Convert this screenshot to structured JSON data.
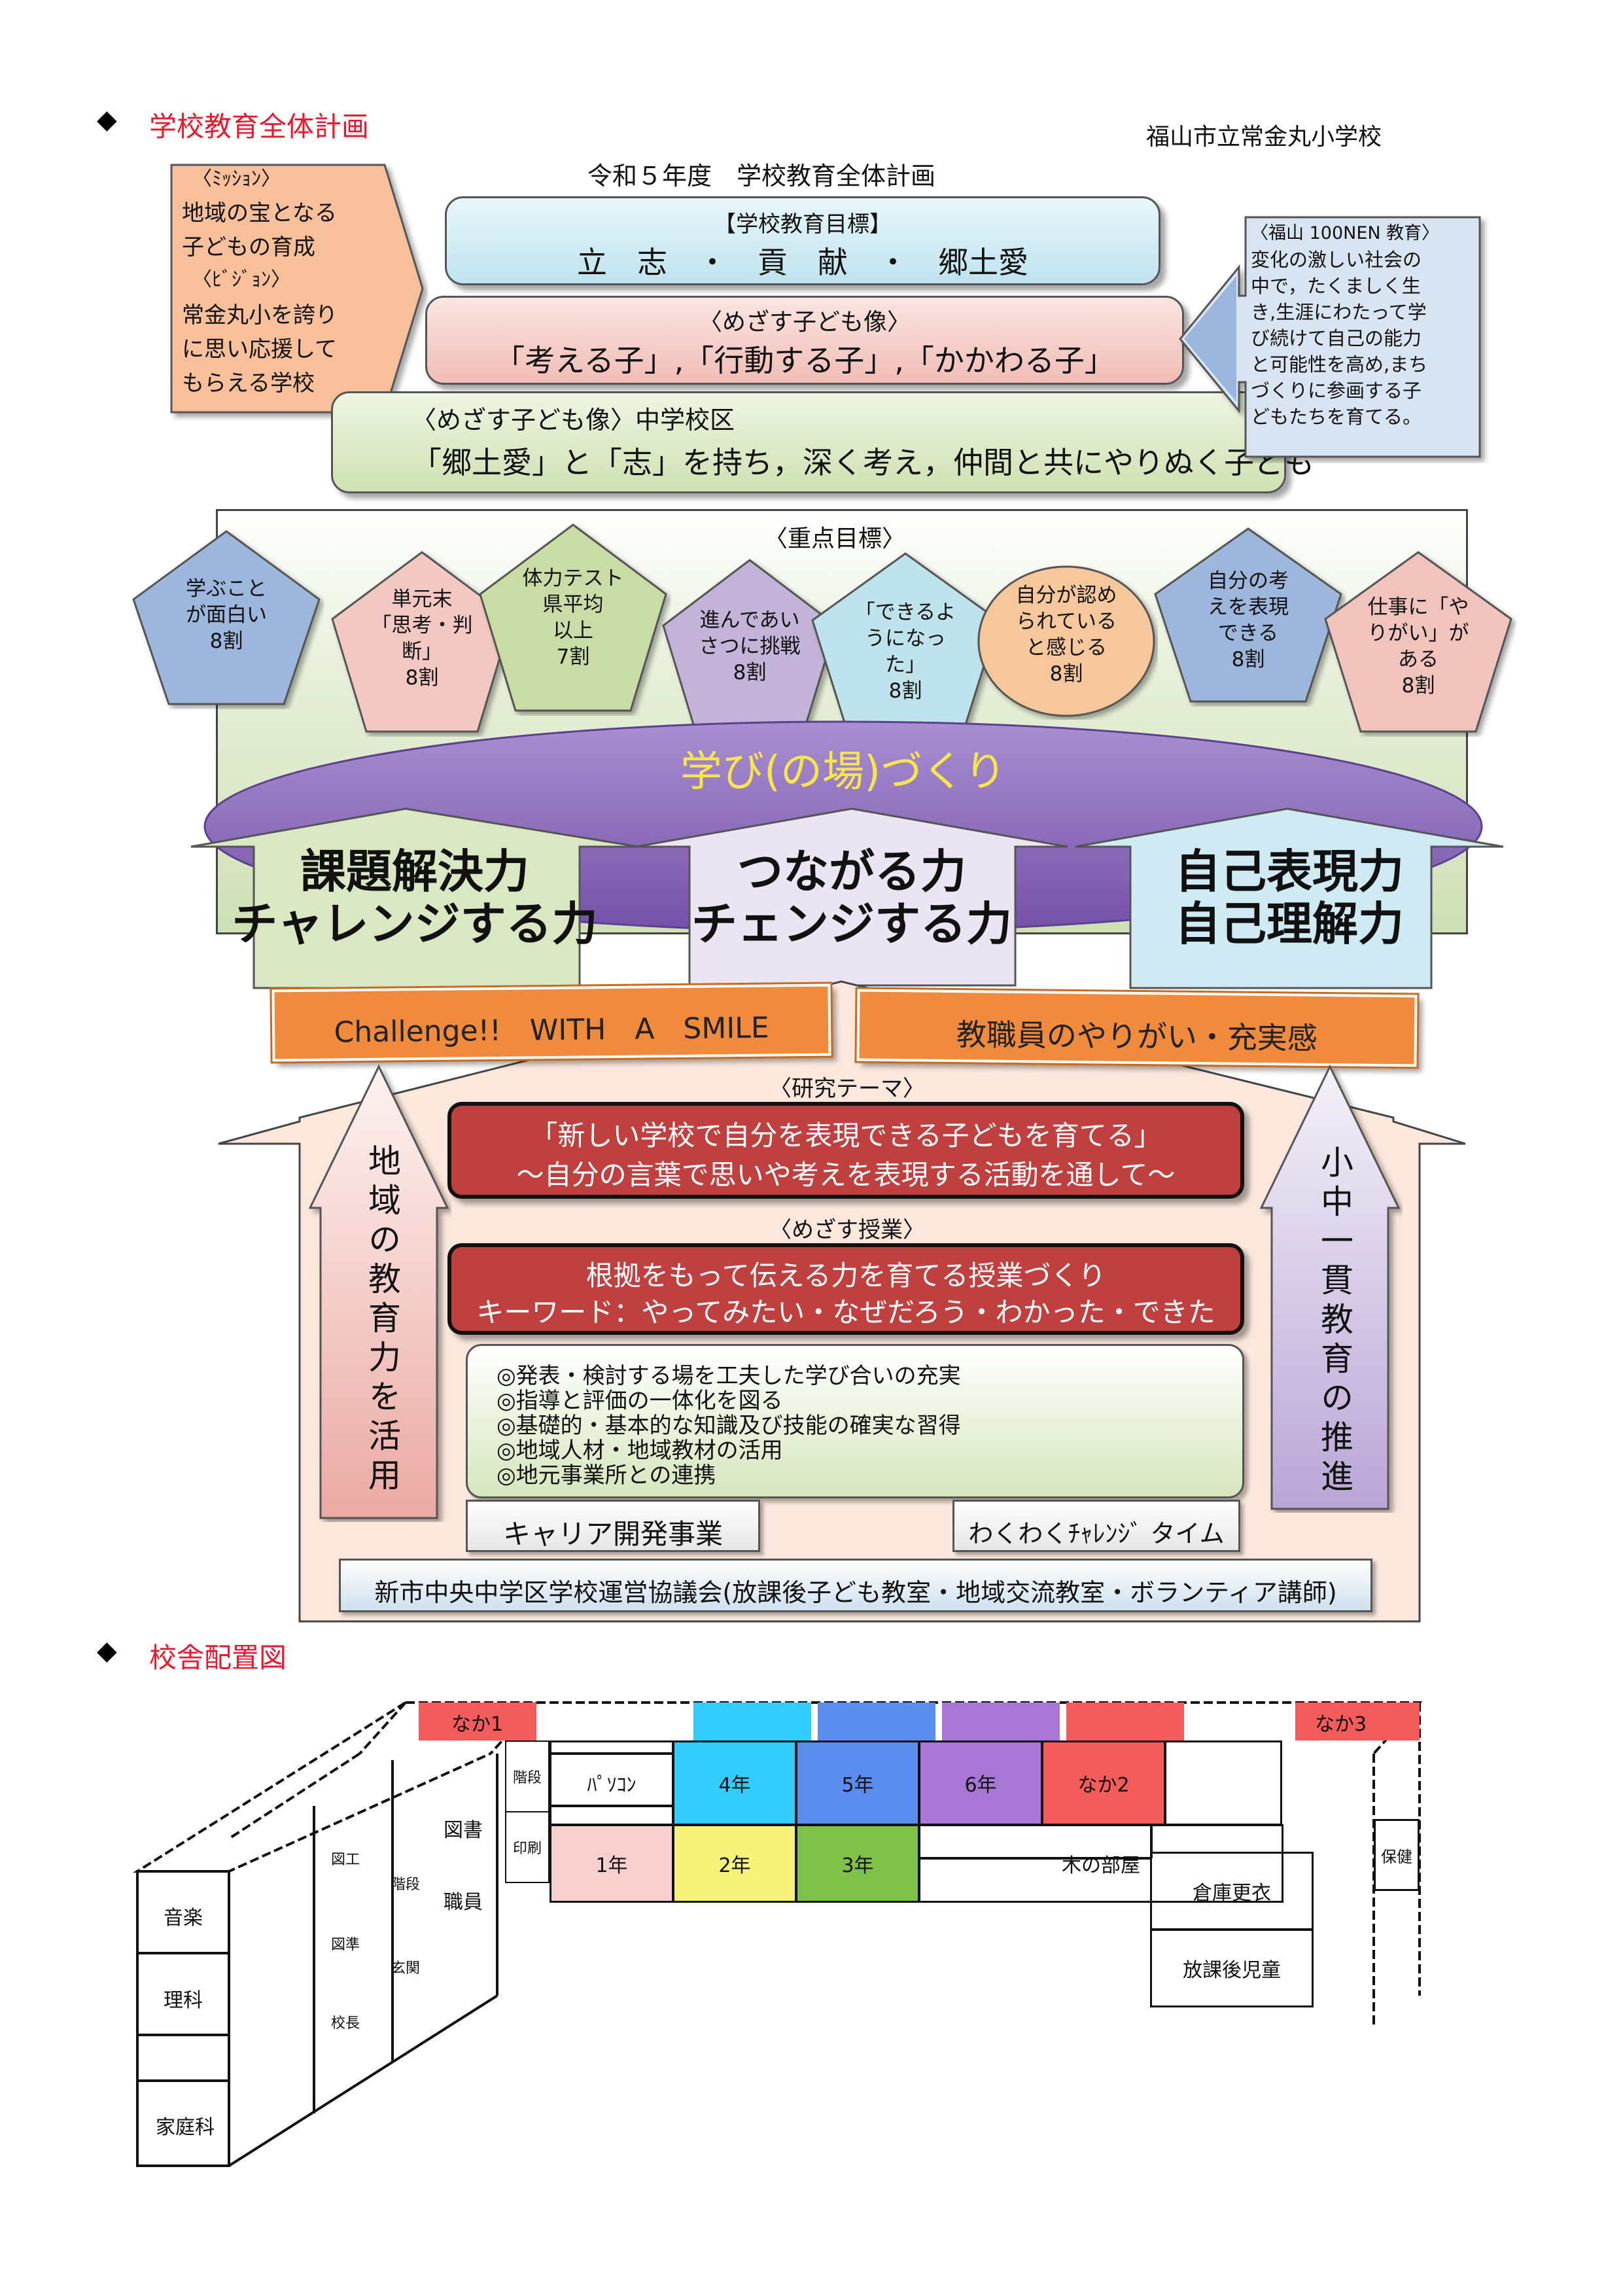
{
  "header": {
    "section1_title": "学校教育全体計画",
    "school_name": "福山市立常金丸小学校",
    "plan_title": "令和５年度　学校教育全体計画"
  },
  "mission_box": {
    "lines": [
      "〈ﾐｯｼｮﾝ〉",
      "地域の宝となる",
      "子どもの育成",
      "〈ﾋﾞｼﾞｮﾝ〉",
      "常金丸小を誇り",
      "に思い応援して",
      "もらえる学校"
    ]
  },
  "education_goal": {
    "label": "【学校教育目標】",
    "text": "立　志　・　貢　献　・　郷土愛"
  },
  "child_image": {
    "label": "〈めざす子ども像〉",
    "text": "「考える子」,「行動する子」,「かかわる子」"
  },
  "junior_high_image": {
    "label": "〈めざす子ども像〉中学校区",
    "text": "「郷土愛」と「志」を持ち，深く考え，仲間と共にやりぬく子ども"
  },
  "fukuyama_box": {
    "lines": [
      "〈福山 100NEN 教育〉",
      "変化の激しい社会の",
      "中で，たくましく生",
      "き,生涯にわたって学",
      "び続けて自己の能力",
      "と可能性を高め,まち",
      "づくりに参画する子",
      "どもたちを育てる。"
    ]
  },
  "priority_goals": {
    "label": "〈重点目標〉",
    "items": [
      {
        "text": "学ぶこと\nが面白い\n8割",
        "color": "#9db6dc"
      },
      {
        "text": "単元末\n「思考・判\n断」\n8割",
        "color": "#f4c8c2"
      },
      {
        "text": "体力テスト\n県平均\n以上\n7割",
        "color": "#c9dca6"
      },
      {
        "text": "進んであい\nさつに挑戦\n8割",
        "color": "#c3b3d9"
      },
      {
        "text": "「できるよ\nうになっ\nた」\n8割",
        "color": "#bfe3ec"
      },
      {
        "text": "自分が認め\nられている\nと感じる\n8割",
        "color": "#f6c79a"
      },
      {
        "text": "自分の考\nえを表現\nできる\n8割",
        "color": "#9db6dc"
      },
      {
        "text": "仕事に「や\nりがい」が\nある\n8割",
        "color": "#f1c3bd"
      }
    ]
  },
  "learning_place": {
    "text": "学び(の場)づくり"
  },
  "abilities": [
    {
      "line1": "課題解決力",
      "line2": "チャレンジする力"
    },
    {
      "line1": "つながる力",
      "line2": "チェンジする力"
    },
    {
      "line1": "自己表現力",
      "line2": "自己理解力"
    }
  ],
  "banners": {
    "left": "Challenge!!　WITH　A　SMILE",
    "right": "教職員のやりがい・充実感"
  },
  "research_theme": {
    "label": "〈研究テーマ〉",
    "line1": "「新しい学校で自分を表現できる子どもを育てる」",
    "line2": "～自分の言葉で思いや考えを表現する活動を通して～"
  },
  "target_lesson": {
    "label": "〈めざす授業〉",
    "line1": "根拠をもって伝える力を育てる授業づくり",
    "line2": "キーワード：やってみたい・なぜだろう・わかった・できた"
  },
  "practices": [
    "◎発表・検討する場を工夫した学び合いの充実",
    "◎指導と評価の一体化を図る",
    "◎基礎的・基本的な知識及び技能の確実な習得",
    "◎地域人材・地域教材の活用",
    "◎地元事業所との連携"
  ],
  "side_arrows": {
    "left": "地域の教育力を活用",
    "right": "小中一貫教育の推進"
  },
  "programs": {
    "career": "キャリア開発事業",
    "challenge_time": "わくわくﾁｬﾚﾝｼﾞ タイム"
  },
  "council": "新市中央中学区学校運営協議会(放課後子ども教室・地域交流教室・ボランティア講師)",
  "layout_section": {
    "title": "校舎配置図",
    "rooms": {
      "naka1": "なか1",
      "naka3": "なか3",
      "pasokon": "ﾊﾟｿｺﾝ",
      "g4": "4年",
      "g5": "5年",
      "g6": "6年",
      "naka2": "なか2",
      "g1": "1年",
      "g2": "2年",
      "g3": "3年",
      "kinoheya": "木の部屋",
      "souko": "倉庫更衣",
      "houkago": "放課後児童",
      "hoken": "保健",
      "kaidan1": "階段",
      "insatsu": "印刷",
      "tosho": "図書",
      "shokuin": "職員",
      "zuko": "図工",
      "zujun": "図準",
      "kocho": "校長",
      "kaidan2": "階段",
      "genkan": "玄関",
      "ongaku": "音楽",
      "rika": "理科",
      "kateika": "家庭科"
    }
  },
  "colors": {
    "red_title": "#e8192c",
    "goal_box": "#cfeaf3",
    "child_box": "#f5cfca",
    "jhs_box": "#d9e8c2",
    "mission_box": "#f8c09a",
    "purple_ellipse": "#8c6bb8",
    "orange_banner": "#f08a3c",
    "research_red": "#c0403f",
    "g4": "#33ccff",
    "g5": "#5b8def",
    "g6": "#a877d6",
    "naka": "#f45b5b",
    "g1": "#f8cfcf",
    "g2": "#f7f27a",
    "g3": "#7ec24a"
  }
}
